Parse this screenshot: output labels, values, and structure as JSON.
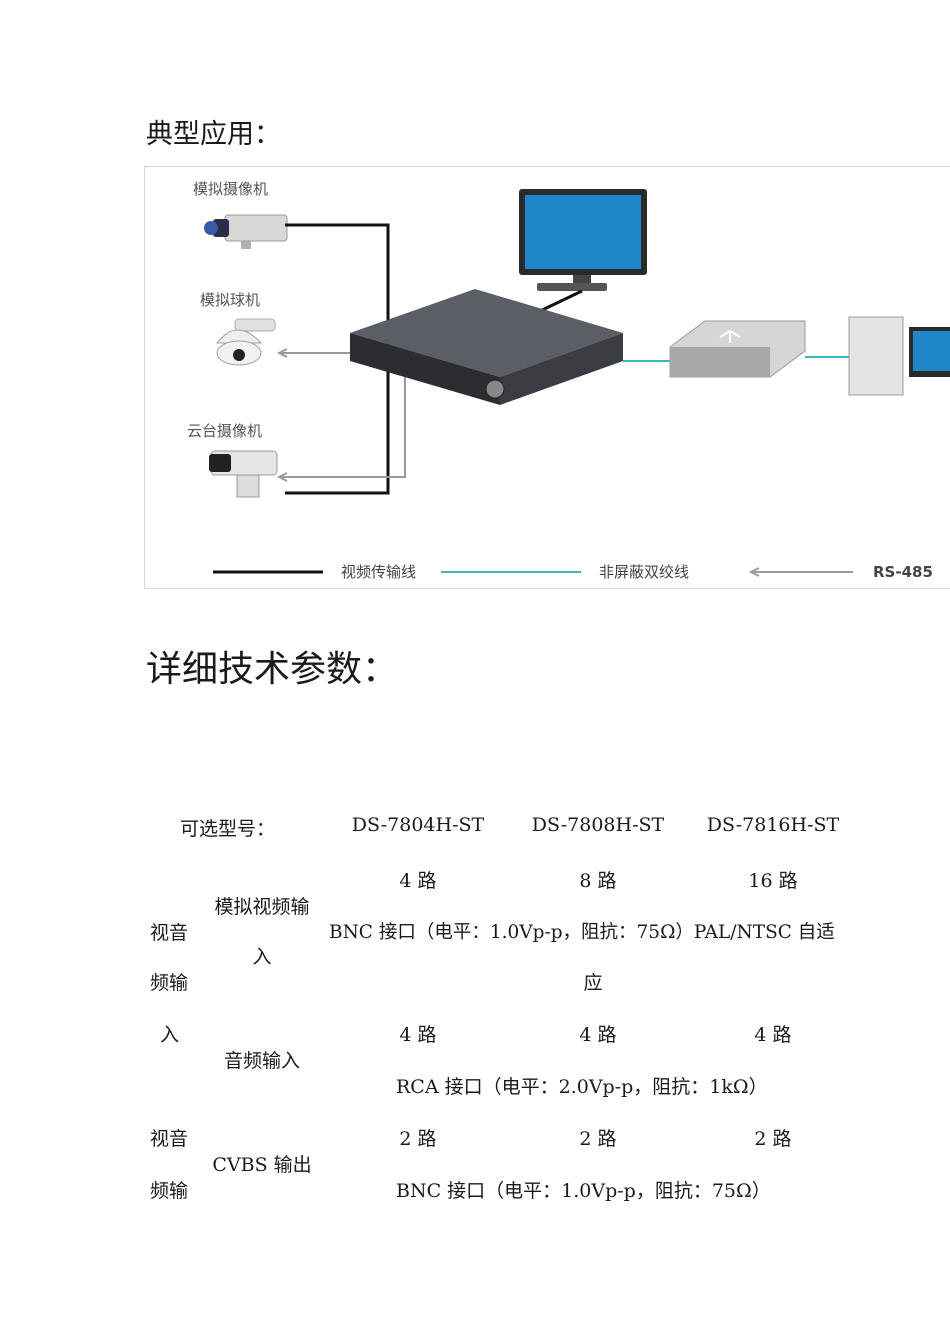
{
  "section1": {
    "heading": "典型应用："
  },
  "diagram": {
    "labels": {
      "analog_camera": "模拟摄像机",
      "analog_dome": "模拟球机",
      "ptz_camera": "云台摄像机"
    },
    "legend": {
      "video_line": "视频传输线",
      "utp_line": "非屏蔽双绞线",
      "rs485": "RS-485"
    },
    "colors": {
      "video_line": "#111111",
      "utp_line": "#3fb6bf",
      "rs485_line": "#9a9a9a",
      "screen": "#1e86c9"
    }
  },
  "section2": {
    "heading": "详细技术参数："
  },
  "spec_table": {
    "header": {
      "label": "可选型号：",
      "models": [
        "DS-7804H-ST",
        "DS-7808H-ST",
        "DS-7816H-ST"
      ]
    },
    "av_input": {
      "group_label": [
        "视音",
        "频输",
        "入"
      ],
      "analog_video": {
        "label_line1": "模拟视频输",
        "label_line2": "入",
        "channels": [
          "4 路",
          "8 路",
          "16 路"
        ],
        "interface_line1": "BNC 接口（电平：1.0Vp-p，阻抗：75Ω）PAL/NTSC 自适",
        "interface_line2": "应"
      },
      "audio": {
        "label": "音频输入",
        "channels": [
          "4 路",
          "4 路",
          "4 路"
        ],
        "interface": "RCA 接口（电平：2.0Vp-p，阻抗：1kΩ）"
      }
    },
    "av_output": {
      "group_label": [
        "视音",
        "频输"
      ],
      "cvbs": {
        "label": "CVBS 输出",
        "channels": [
          "2 路",
          "2 路",
          "2 路"
        ],
        "interface": "BNC 接口（电平：1.0Vp-p，阻抗：75Ω）"
      }
    }
  }
}
